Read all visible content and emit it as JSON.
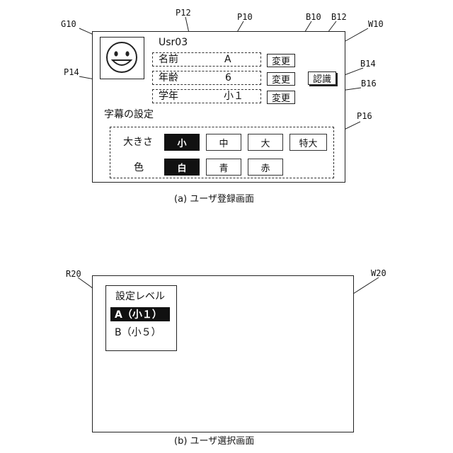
{
  "refs": {
    "g10": "G10",
    "p12": "P12",
    "p10": "P10",
    "b10": "B10",
    "b12": "B12",
    "w10": "W10",
    "b14": "B14",
    "p14": "P14",
    "b16": "B16",
    "p16": "P16",
    "r20": "R20",
    "w20": "W20"
  },
  "registration": {
    "avatar_icon": "smiley-face-icon",
    "user_id": "Usr03",
    "fields": [
      {
        "label": "名前",
        "value": "A",
        "button": "変更"
      },
      {
        "label": "年齢",
        "value": "6",
        "button": "変更"
      },
      {
        "label": "学年",
        "value": "小１",
        "button": "変更"
      }
    ],
    "recognize_button": "認識",
    "subtitle_settings_title": "字幕の設定",
    "size_label": "大きさ",
    "size_options": [
      "小",
      "中",
      "大",
      "特大"
    ],
    "size_selected": 0,
    "color_label": "色",
    "color_options": [
      "白",
      "青",
      "赤"
    ],
    "color_selected": 0,
    "caption": "(a) ユーザ登録画面"
  },
  "selection": {
    "menu_title": "設定レベル",
    "items": [
      "A（小１）",
      "B（小５）"
    ],
    "selected": 0,
    "caption": "(b) ユーザ選択画面"
  },
  "colors": {
    "selected_bg": "#111111",
    "selected_fg": "#ffffff",
    "line": "#222222"
  }
}
